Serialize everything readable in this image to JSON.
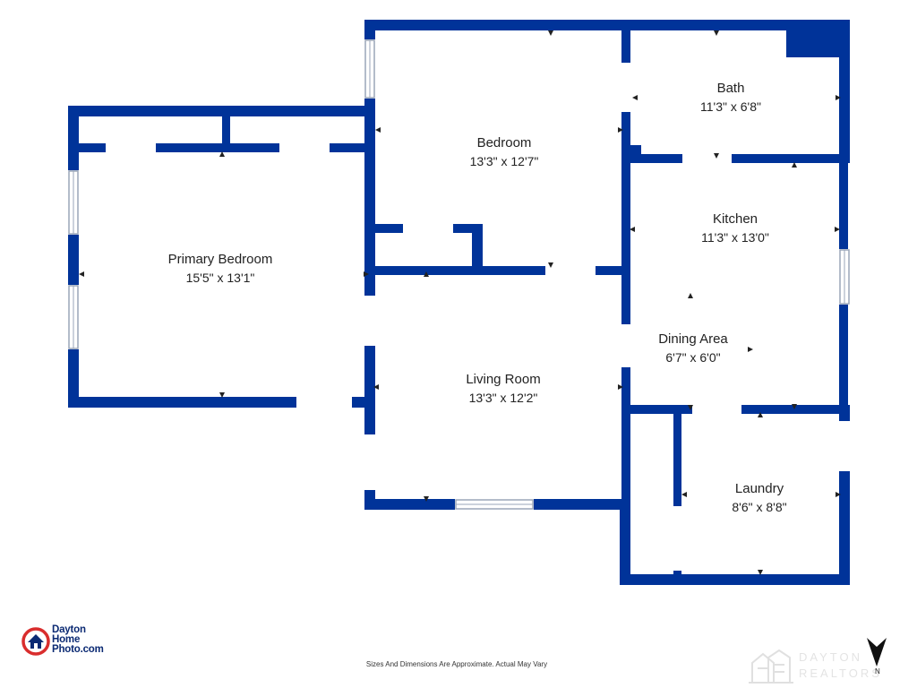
{
  "colors": {
    "wall": "#003399",
    "opening": "#ffffff",
    "window_line": "#9aa5b8",
    "logo_red": "#d92d2d",
    "logo_blue": "#0b2a73"
  },
  "rooms": [
    {
      "id": "primary-bedroom",
      "name": "Primary Bedroom",
      "dimensions": "15'5\" x 13'1\""
    },
    {
      "id": "bedroom",
      "name": "Bedroom",
      "dimensions": "13'3\" x 12'7\""
    },
    {
      "id": "bath",
      "name": "Bath",
      "dimensions": "11'3\" x 6'8\""
    },
    {
      "id": "kitchen",
      "name": "Kitchen",
      "dimensions": "11'3\" x 13'0\""
    },
    {
      "id": "dining-area",
      "name": "Dining Area",
      "dimensions": "6'7\" x 6'0\""
    },
    {
      "id": "living-room",
      "name": "Living Room",
      "dimensions": "13'3\" x 12'2\""
    },
    {
      "id": "laundry",
      "name": "Laundry",
      "dimensions": "8'6\" x 8'8\""
    }
  ],
  "footer": {
    "disclaimer": "Sizes And Dimensions Are Approximate. Actual May Vary"
  },
  "logo": {
    "line1": "Dayton",
    "line2": "Home",
    "line3": "Photo.com",
    "icon": "house-in-circle-icon"
  },
  "watermark": {
    "line1": "DAYTON",
    "line2": "REALTORS",
    "icon": "realtors-building-icon"
  },
  "compass": {
    "label": "N",
    "icon": "north-arrow-icon"
  }
}
